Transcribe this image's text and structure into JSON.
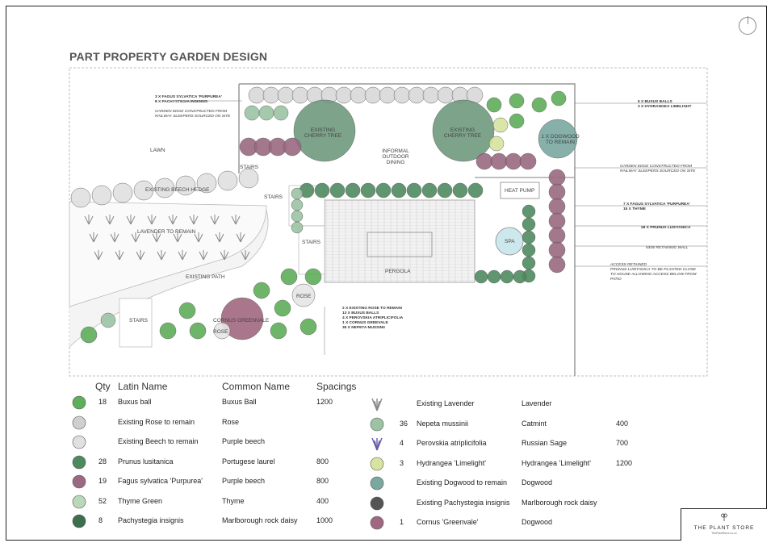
{
  "title": "PART PROPERTY GARDEN DESIGN",
  "plan_labels": {
    "existing_cherry_tree": "EXISTING\nCHERRY TREE",
    "informal_dining": "INFORMAL\nOUTDOOR\nDINING",
    "dogwood": "1 X DOGWOOD\nTO REMAIN",
    "lawn": "LAWN",
    "stairs": "STAIRS",
    "beech_hedge": "EXISTING BEECH HEDGE",
    "lavender": "LAVENDER TO REMAIN",
    "existing_path": "EXISTING PATH",
    "heat_pump": "HEAT PUMP",
    "spa": "SPA",
    "pergola": "PERGOLA",
    "rose": "ROSE",
    "cornus": "CORNUS GREENVALE"
  },
  "notes": {
    "top_left_bold": [
      "3 X FAGUS SYLVATICA 'PURPUREA'",
      "8 X PACHYSTEGIA INSIGNIS"
    ],
    "top_left_italic": [
      "GARDEN EDGE CONSTRUCTED FROM",
      "RAILWAY SLEEPERS SOURCED ON SITE"
    ],
    "right_1": [
      "5 X BUXUS BALLS",
      "3 X HYDRANGEA LIMELIGHT"
    ],
    "right_2": [
      "GARDEN EDGE CONSTRUCTED FROM",
      "RAILWAY SLEEPERS SOURCED ON SITE"
    ],
    "right_3": [
      "7  X FAGUS SYLVATICA 'PURPUREA'",
      "15 X THYME"
    ],
    "right_4": [
      "28 X PRUNUS LUSITANICA"
    ],
    "right_5": [
      "NEW RETAINING WALL"
    ],
    "right_6": [
      "ACCESS RETAINED",
      "PRUNUS LUSITANICA TO BE PLANTED CLOSE",
      "TO HOUSE ALLOWING ACCESS BELOW FROM",
      "PATIO"
    ],
    "bottom": [
      "2  X EXISTING ROSE TO REMAIN",
      "13 X BUXUS BALLS",
      "4  X PEROVSKIA ATRIPLICIFOLIA",
      "1  X CORNUS GREEVALE",
      "36 X NEPETA MUSSINII"
    ]
  },
  "legend": {
    "headers": {
      "qty": "Qty",
      "latin": "Latin Name",
      "common": "Common Name",
      "spacing": "Spacings"
    },
    "left": [
      {
        "icon": "buxus-icon",
        "qty": "18",
        "latin": "Buxus ball",
        "common": "Buxus Ball",
        "spacing": "1200",
        "color": "#5fae5a"
      },
      {
        "icon": "rose-icon",
        "qty": "",
        "latin": "Existing Rose to remain",
        "common": "Rose",
        "spacing": "",
        "color": "#cfcfcf"
      },
      {
        "icon": "beech-icon",
        "qty": "",
        "latin": "Existing Beech to remain",
        "common": "Purple beech",
        "spacing": "",
        "color": "#e0e0e0"
      },
      {
        "icon": "prunus-icon",
        "qty": "28",
        "latin": "Prunus lusitanica",
        "common": "Portugese laurel",
        "spacing": "800",
        "color": "#4e8a60"
      },
      {
        "icon": "fagus-icon",
        "qty": "19",
        "latin": "Fagus sylvatica 'Purpurea'",
        "common": "Purple beech",
        "spacing": "800",
        "color": "#9a6a80"
      },
      {
        "icon": "thyme-icon",
        "qty": "52",
        "latin": "Thyme Green",
        "common": "Thyme",
        "spacing": "400",
        "color": "#b8d8b8"
      },
      {
        "icon": "pachystegia-icon",
        "qty": "8",
        "latin": "Pachystegia insignis",
        "common": "Marlborough rock daisy",
        "spacing": "1000",
        "color": "#3d6e4e"
      }
    ],
    "right": [
      {
        "icon": "lavender-existing-icon",
        "qty": "",
        "latin": "Existing Lavender",
        "common": "Lavender",
        "spacing": "",
        "color": "#888888"
      },
      {
        "icon": "nepeta-icon",
        "qty": "36",
        "latin": " Nepeta mussinii",
        "common": "Catmint",
        "spacing": "400",
        "color": "#9cc4a4"
      },
      {
        "icon": "perovskia-icon",
        "qty": "4",
        "latin": "Perovskia atriplicifolia",
        "common": "Russian Sage",
        "spacing": "700",
        "color": "#6a5aa8"
      },
      {
        "icon": "hydrangea-icon",
        "qty": "3",
        "latin": "Hydrangea 'Limelight'",
        "common": "Hydrangea 'Limelight'",
        "spacing": "1200",
        "color": "#d6e4a0"
      },
      {
        "icon": "dogwood-icon",
        "qty": "",
        "latin": "Existing Dogwood to remain",
        "common": "Dogwood",
        "spacing": "",
        "color": "#7aa8a0"
      },
      {
        "icon": "pachystegia-existing-icon",
        "qty": "",
        "latin": "Existing Pachystegia insignis",
        "common": "Marlborough rock daisy",
        "spacing": "",
        "color": "#555555"
      },
      {
        "icon": "cornus-icon",
        "qty": "1",
        "latin": "Cornus 'Greenvale'",
        "common": "Dogwood",
        "spacing": "",
        "color": "#a06880"
      }
    ]
  },
  "logo": {
    "name": "THE PLANT STORE",
    "sub": "ThePlantStore.co.nz"
  }
}
